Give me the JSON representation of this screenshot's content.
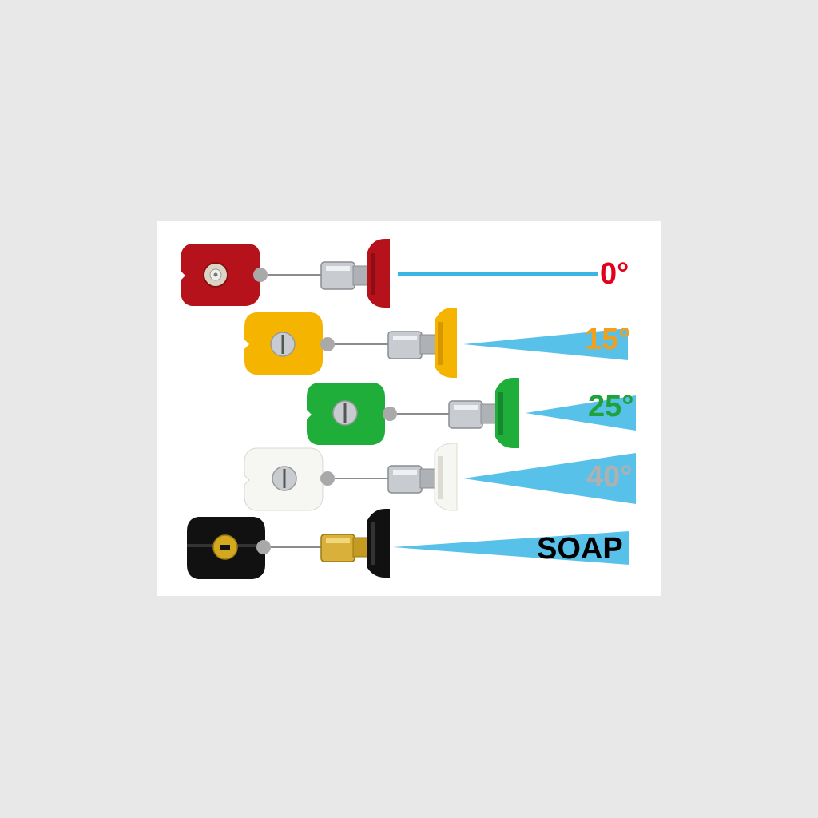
{
  "nozzles": [
    {
      "label": "0°",
      "cap_color": "#b5121b",
      "cap_shade": "#8e0d14",
      "label_color": "#e3001b",
      "tip_metal": "steel"
    },
    {
      "label": "15°",
      "cap_color": "#f5b400",
      "cap_shade": "#d99600",
      "label_color": "#f0a020",
      "tip_metal": "steel"
    },
    {
      "label": "25°",
      "cap_color": "#1fae3a",
      "cap_shade": "#16892c",
      "label_color": "#1fa23a",
      "tip_metal": "steel"
    },
    {
      "label": "40°",
      "cap_color": "#f6f6f2",
      "cap_shade": "#dcdcd2",
      "label_color": "#b0b0b0",
      "tip_metal": "steel"
    },
    {
      "label": "SOAP",
      "cap_color": "#111111",
      "cap_shade": "#000000",
      "label_color": "#000000",
      "tip_metal": "brass"
    }
  ],
  "spray_color": "#39b6e6"
}
